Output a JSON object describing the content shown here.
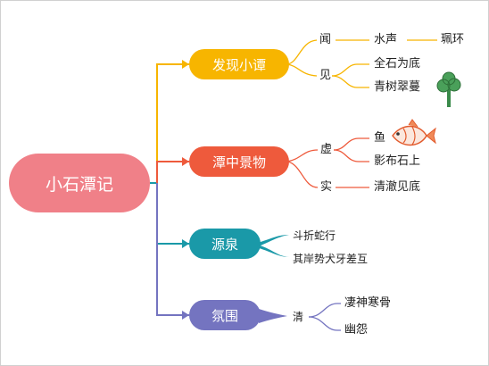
{
  "root": {
    "label": "小石潭记",
    "color": "#f08088"
  },
  "branches": [
    {
      "label": "发现小谭",
      "color": "#f7b500",
      "children": [
        {
          "label": "闻",
          "items": [
            "水声",
            "珮环"
          ]
        },
        {
          "label": "见",
          "items": [
            "全石为底",
            "青树翠蔓"
          ]
        }
      ]
    },
    {
      "label": "潭中景物",
      "color": "#ee5a3c",
      "children": [
        {
          "label": "虚",
          "items": [
            "鱼",
            "影布石上"
          ]
        },
        {
          "label": "实",
          "items": [
            "清澈见底"
          ]
        }
      ]
    },
    {
      "label": "源泉",
      "color": "#1a99a8",
      "items": [
        "斗折蛇行",
        "其岸势犬牙差互"
      ]
    },
    {
      "label": "氛围",
      "color": "#7474c0",
      "children": [
        {
          "label": "清",
          "items": [
            "凄神寒骨",
            "幽怨"
          ]
        }
      ]
    }
  ],
  "icons": {
    "tree": "tree-icon",
    "fish": "fish-icon"
  }
}
